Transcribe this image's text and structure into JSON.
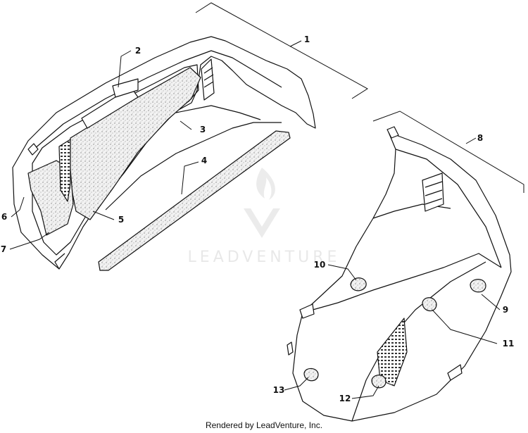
{
  "watermark": {
    "brand": "LEADVENTURE"
  },
  "callouts": [
    {
      "id": "c1",
      "label": "1"
    },
    {
      "id": "c2",
      "label": "2"
    },
    {
      "id": "c3",
      "label": "3"
    },
    {
      "id": "c4",
      "label": "4"
    },
    {
      "id": "c5",
      "label": "5"
    },
    {
      "id": "c6",
      "label": "6"
    },
    {
      "id": "c7",
      "label": "7"
    },
    {
      "id": "c8",
      "label": "8"
    },
    {
      "id": "c9",
      "label": "9"
    },
    {
      "id": "c10",
      "label": "10"
    },
    {
      "id": "c11",
      "label": "11"
    },
    {
      "id": "c12",
      "label": "12"
    },
    {
      "id": "c13",
      "label": "13"
    }
  ],
  "footer": {
    "text": "Rendered by LeadVenture, Inc."
  }
}
